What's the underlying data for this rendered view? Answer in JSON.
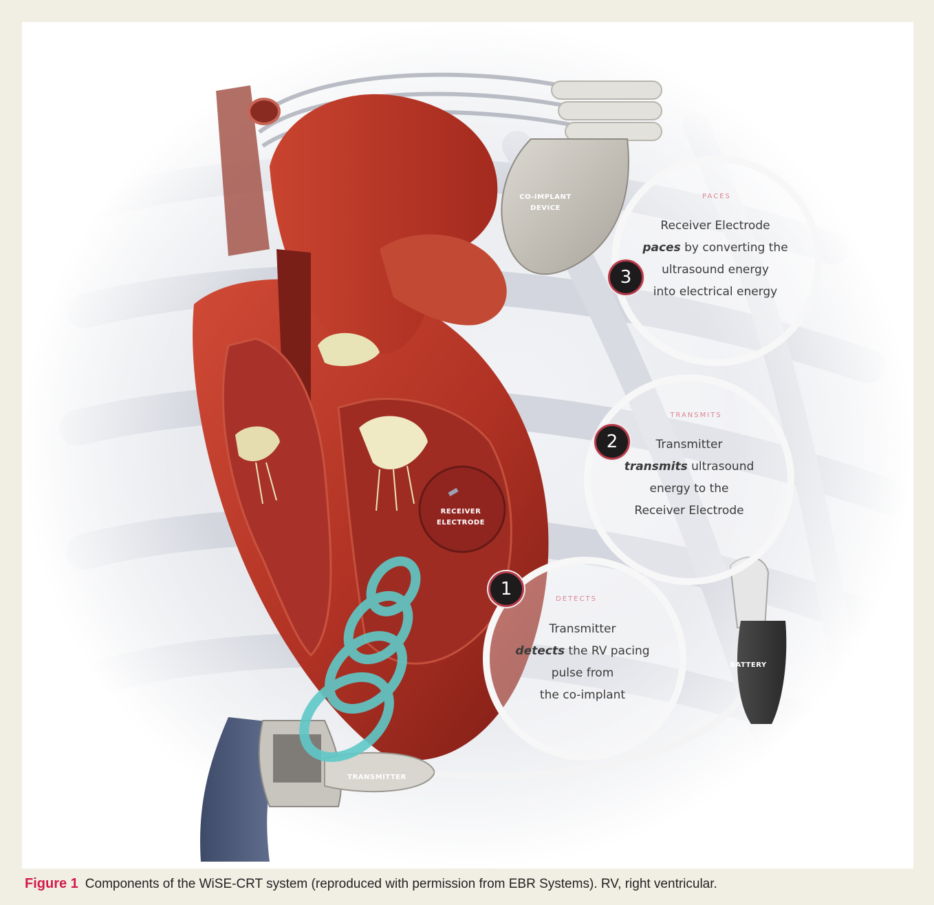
{
  "figure": {
    "callouts": {
      "paces": {
        "number": "3",
        "heading": "PACES",
        "line1": "Receiver Electrode",
        "line2_em": "paces",
        "line2_rest": " by converting the",
        "line3": "ultrasound energy",
        "line4": "into electrical energy"
      },
      "transmits": {
        "number": "2",
        "heading": "TRANSMITS",
        "line1": "Transmitter",
        "line2_em": "transmits",
        "line2_rest": " ultrasound",
        "line3": "energy to the",
        "line4": "Receiver Electrode"
      },
      "detects": {
        "number": "1",
        "heading": "DETECTS",
        "line1": "Transmitter",
        "line2_em": "detects",
        "line2_rest": " the RV pacing",
        "line3": "pulse from",
        "line4": "the co-implant"
      }
    },
    "device_labels": {
      "co_implant_line1": "CO-IMPLANT",
      "co_implant_line2": "DEVICE",
      "receiver_line1": "RECEIVER",
      "receiver_line2": "ELECTRODE",
      "battery": "BATTERY",
      "transmitter": "TRANSMITTER"
    },
    "colors": {
      "heart": "#b8372b",
      "coil": "#5fc9c8",
      "badge_ring": "#b8394a",
      "caption_accent": "#d2194b"
    }
  },
  "caption": {
    "label": "Figure 1",
    "text": "Components of the WiSE-CRT system (reproduced with permission from EBR Systems). RV, right ventricular."
  }
}
